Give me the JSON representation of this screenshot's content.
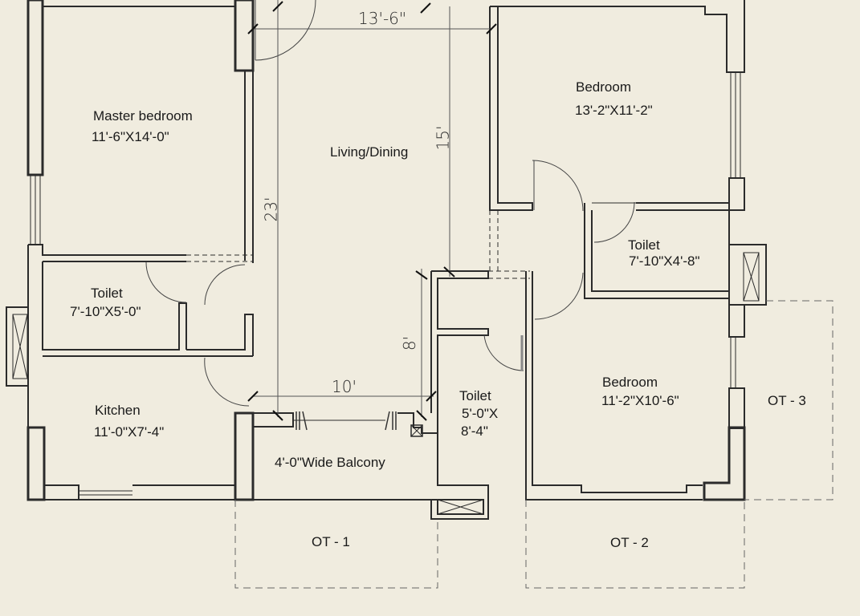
{
  "plan": {
    "background": "#f0ecdf",
    "wall_color": "#2b2b2b",
    "rooms": [
      {
        "name": "Master bedroom",
        "size": "11'-6\"X14'-0\""
      },
      {
        "name": "Living/Dining",
        "size": ""
      },
      {
        "name": "Bedroom",
        "size": "13'-2\"X11'-2\""
      },
      {
        "name": "Toilet",
        "size": "7'-10\"X4'-8\""
      },
      {
        "name": "Toilet",
        "size": "7'-10\"X5'-0\""
      },
      {
        "name": "Kitchen",
        "size": "11'-0\"X7'-4\""
      },
      {
        "name": "Toilet",
        "size_line1": "5'-0\"X",
        "size_line2": "8'-4\""
      },
      {
        "name": "Bedroom",
        "size": "11'-2\"X10'-6\""
      },
      {
        "name": "4'-0\"Wide Balcony"
      }
    ],
    "open_terraces": [
      "OT - 1",
      "OT - 2",
      "OT - 3"
    ],
    "dimensions": {
      "living_width": "13'-6\"",
      "living_depth": "15'",
      "overall_depth": "23'",
      "dining_width": "10'",
      "dining_depth": "8'"
    }
  }
}
